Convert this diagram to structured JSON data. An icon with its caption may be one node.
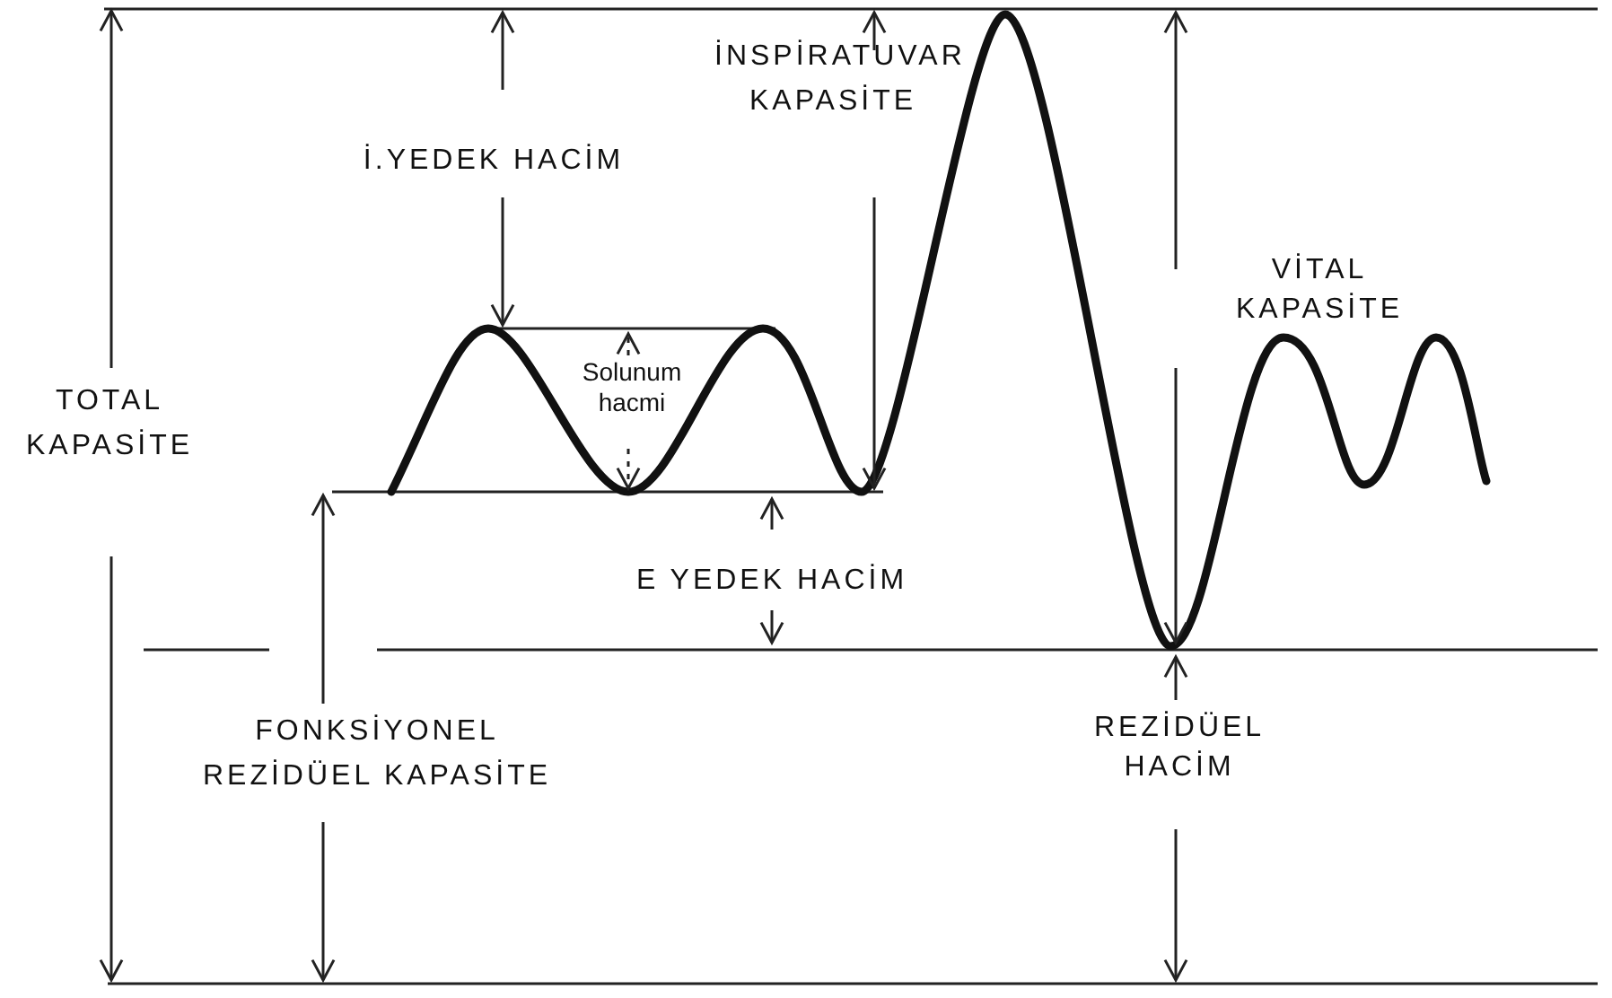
{
  "diagram": {
    "labels": [
      "İNSPİRATUVAR KAPASİTE",
      "İ.YEDEK HACİM",
      "VİTAL KAPASİTE",
      "Solunum hacmi",
      "TOTAL KAPASİTE",
      "E YEDEK HACİM",
      "FONKSİYONEL REZİDÜEL KAPASİTE",
      "REZİDÜEL HACİM"
    ]
  }
}
